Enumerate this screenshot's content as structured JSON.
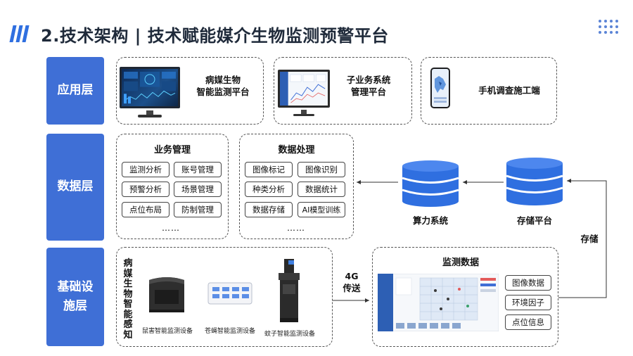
{
  "title": "2.技术架构 | 技术赋能媒介生物监测预警平台",
  "layers": {
    "app": "应用层",
    "data": "数据层",
    "infra_line1": "基础设",
    "infra_line2": "施层"
  },
  "apps": {
    "platform_line1": "病媒生物",
    "platform_line2": "智能监测平台",
    "subsystem_line1": "子业务系统",
    "subsystem_line2": "管理平台",
    "mobile": "手机调查施工端"
  },
  "business": {
    "title": "业务管理",
    "items": [
      "监测分析",
      "账号管理",
      "预警分析",
      "场景管理",
      "点位布局",
      "防制管理"
    ],
    "more": "……"
  },
  "processing": {
    "title": "数据处理",
    "items": [
      "图像标记",
      "图像识别",
      "种类分析",
      "数据统计",
      "数据存储",
      "AI模型训练"
    ],
    "more": "……"
  },
  "databases": {
    "compute": "算力系统",
    "storage": "存储平台",
    "store_label": "存储"
  },
  "infra": {
    "sensing_vertical": "病媒生物智能感知",
    "rat": "鼠害智能监测设备",
    "fly": "苍蝇智能监测设备",
    "mosquito": "蚊子智能监测设备",
    "transfer_line1": "4G",
    "transfer_line2": "传送"
  },
  "monitor_data": {
    "title": "监测数据",
    "items": [
      "图像数据",
      "环境因子",
      "点位信息"
    ]
  },
  "colors": {
    "accent": "#3f6fd6",
    "db_blue": "#2f6fe0"
  }
}
